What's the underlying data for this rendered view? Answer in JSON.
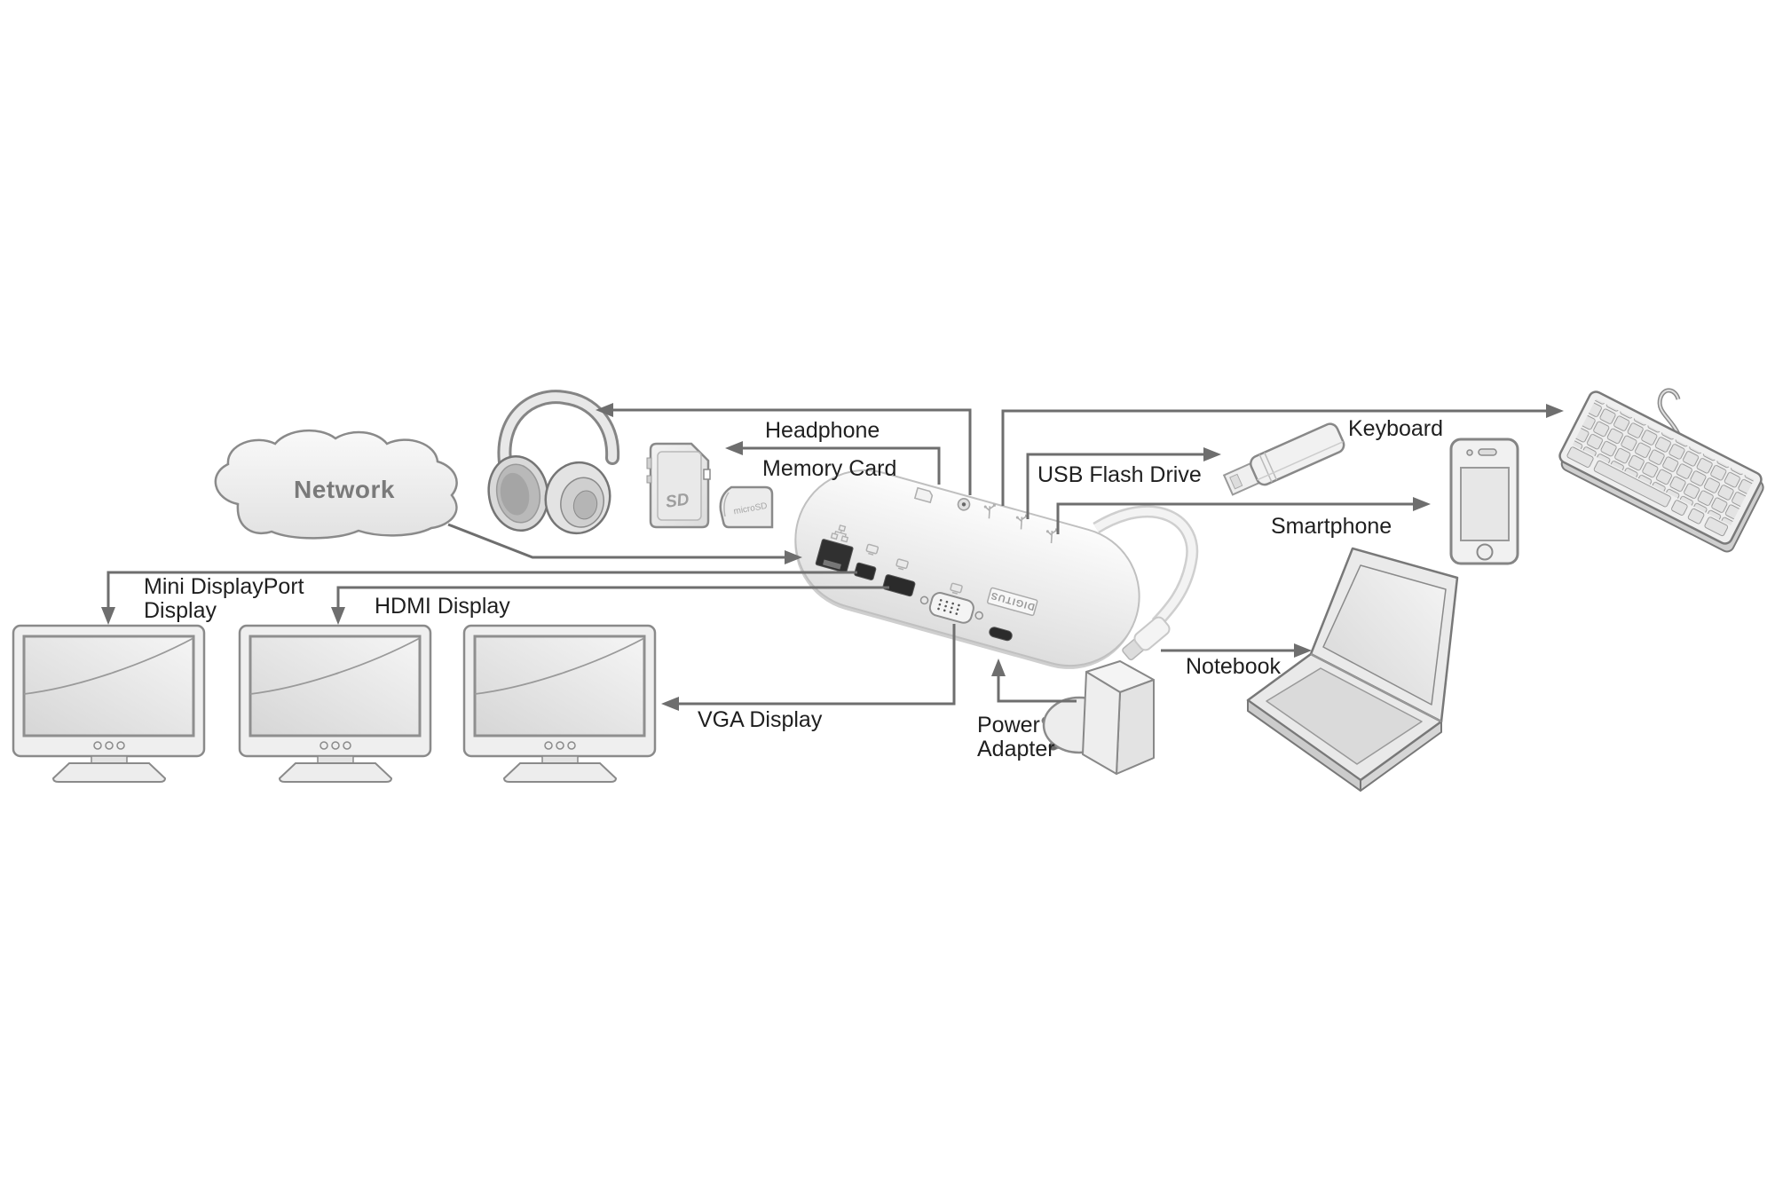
{
  "diagram_type": "docking-station-connection-diagram",
  "labels": {
    "network": "Network",
    "headphone": "Headphone",
    "memory_card": "Memory Card",
    "usb_flash_drive": "USB Flash Drive",
    "keyboard": "Keyboard",
    "smartphone": "Smartphone",
    "notebook": "Notebook",
    "power_adapter": [
      "Power",
      "Adapter"
    ],
    "vga_display": "VGA Display",
    "hdmi_display": "HDMI Display",
    "mini_displayport_display": [
      "Mini DisplayPort",
      "Display"
    ]
  },
  "device_markings": {
    "dock_brand": "DIGITUS",
    "sd_card": "SD",
    "micro_sd_card": "microSD"
  },
  "dock": {
    "front_ports": [
      "ethernet-port",
      "mini-displayport-port",
      "hdmi-port",
      "vga-port",
      "usb-c-power-port"
    ],
    "top_icons": [
      "sd-card-slot-icon",
      "audio-jack-icon",
      "usb-icon",
      "usb-icon",
      "usb-icon"
    ]
  },
  "connected_devices": [
    "network",
    "headphone",
    "memory-card",
    "usb-flash-drive",
    "keyboard",
    "smartphone",
    "notebook",
    "power-adapter",
    "vga-display",
    "hdmi-display",
    "mini-displayport-display"
  ],
  "colors": {
    "background": "#ffffff",
    "connector_line": "#6e6e6e",
    "label_text": "#1f1f1f",
    "network_text": "#7a7a7a",
    "device_fill": "#ececec",
    "device_stroke": "#858585"
  }
}
